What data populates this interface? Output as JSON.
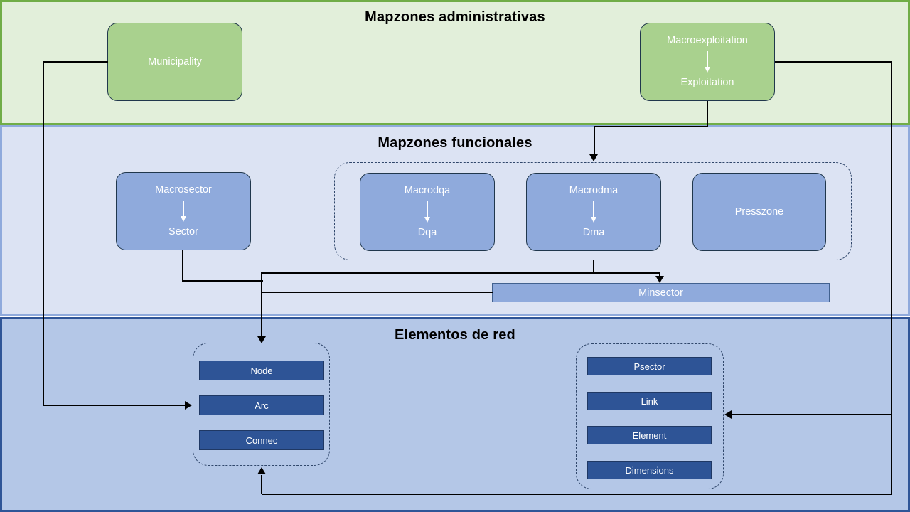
{
  "diagram": {
    "sections": [
      {
        "id": "admin",
        "title": "Mapzones administrativas",
        "bg": "#e2efda",
        "border": "#70ad47"
      },
      {
        "id": "func",
        "title": "Mapzones funcionales",
        "bg": "#dce3f3",
        "border": "#8faadc"
      },
      {
        "id": "net",
        "title": "Elementos de red",
        "bg": "#b4c7e7",
        "border": "#2f5597"
      }
    ],
    "admin": {
      "municipality": {
        "label": "Municipality"
      },
      "macroexploitation": {
        "top_label": "Macroexploitation",
        "bottom_label": "Exploitation"
      }
    },
    "func": {
      "macrosector": {
        "top_label": "Macrosector",
        "bottom_label": "Sector"
      },
      "macrodqa": {
        "top_label": "Macrodqa",
        "bottom_label": "Dqa"
      },
      "macrodma": {
        "top_label": "Macrodma",
        "bottom_label": "Dma"
      },
      "presszone": {
        "label": "Presszone"
      },
      "minsector": {
        "label": "Minsector"
      }
    },
    "net": {
      "left_group": {
        "items": [
          "Node",
          "Arc",
          "Connec"
        ]
      },
      "right_group": {
        "items": [
          "Psector",
          "Link",
          "Element",
          "Dimensions"
        ]
      }
    },
    "colors": {
      "green_fill": "#a9d18e",
      "green_band": "#e2efda",
      "blue_fill": "#8faadc",
      "func_band": "#dce3f3",
      "net_band": "#b4c7e7",
      "dark_bar": "#2e5496",
      "connector": "#000000"
    }
  }
}
